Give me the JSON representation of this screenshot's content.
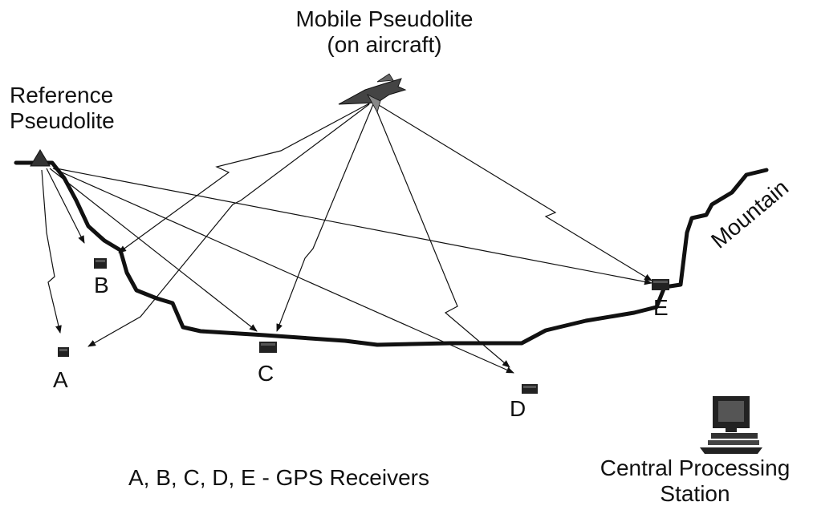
{
  "mobile_pseudolite": {
    "line1": "Mobile Pseudolite",
    "line2": "(on aircraft)"
  },
  "reference_pseudolite": {
    "line1": "Reference",
    "line2": "Pseudolite"
  },
  "receivers": {
    "a": "A",
    "b": "B",
    "c": "C",
    "d": "D",
    "e": "E"
  },
  "terrain_label": "Mountain",
  "legend": "A, B, C, D, E - GPS Receivers",
  "station": {
    "line1": "Central Processing",
    "line2": "Station"
  }
}
